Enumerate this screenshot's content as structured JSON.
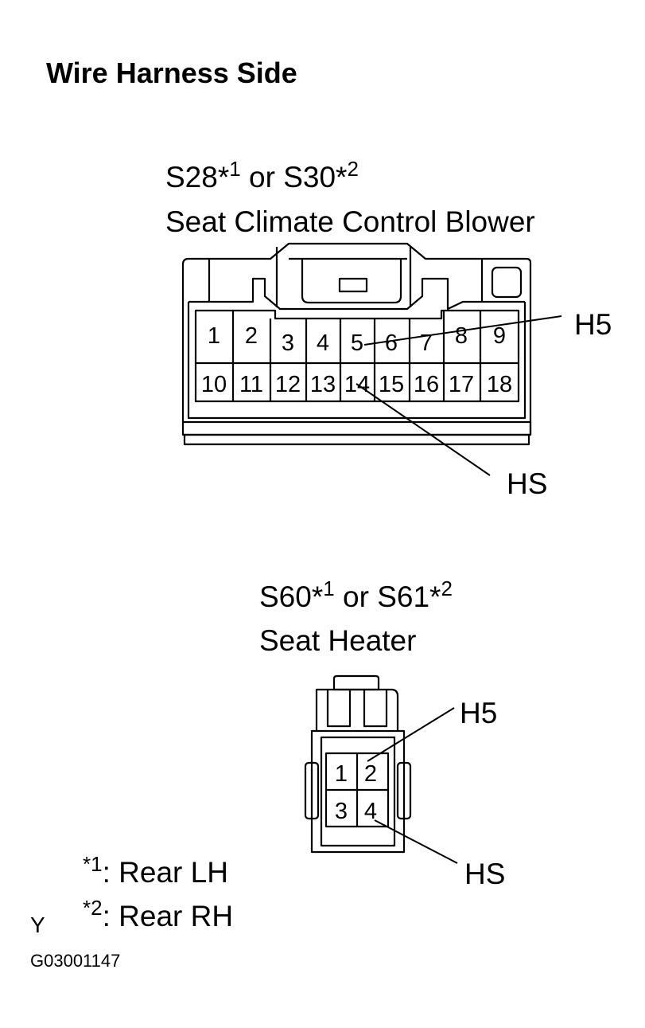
{
  "title": "Wire Harness Side",
  "connector1": {
    "name_a": "S28",
    "star_a": "*",
    "sup_a": "1",
    "or_text": "or",
    "name_b": "S30",
    "star_b": "*",
    "sup_b": "2",
    "description": "Seat Climate Control Blower",
    "top_row": [
      "1",
      "2",
      "3",
      "4",
      "5",
      "6",
      "7",
      "8",
      "9"
    ],
    "bottom_row": [
      "10",
      "11",
      "12",
      "13",
      "14",
      "15",
      "16",
      "17",
      "18"
    ],
    "callout_h5": "H5",
    "callout_hs": "HS"
  },
  "connector2": {
    "name_a": "S60",
    "star_a": "*",
    "sup_a": "1",
    "or_text": "or",
    "name_b": "S61",
    "star_b": "*",
    "sup_b": "2",
    "description": "Seat Heater",
    "pins": [
      "1",
      "2",
      "3",
      "4"
    ],
    "callout_h5": "H5",
    "callout_hs": "HS"
  },
  "notes": [
    {
      "star": "*",
      "num": "1",
      "text": ": Rear LH"
    },
    {
      "star": "*",
      "num": "2",
      "text": ": Rear RH"
    }
  ],
  "corner_mark": "Y",
  "figure_id": "G03001147"
}
